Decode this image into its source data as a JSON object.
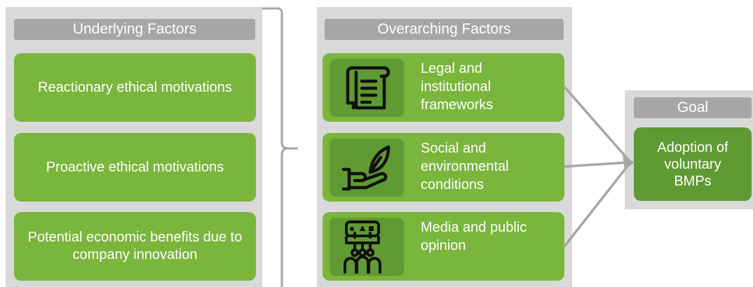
{
  "underlying": {
    "title": "Underlying Factors",
    "items": [
      "Reactionary ethical motivations",
      "Proactive ethical motivations",
      "Potential economic benefits due to company innovation"
    ]
  },
  "overarching": {
    "title": "Overarching Factors",
    "items": [
      {
        "label": "Legal and institutional frameworks",
        "icon": "legal-scroll-icon"
      },
      {
        "label": "Social and environmental conditions",
        "icon": "hand-leaf-icon"
      },
      {
        "label": "Media and public opinion",
        "icon": "media-audience-icon"
      }
    ]
  },
  "goal": {
    "title": "Goal",
    "item": "Adoption of voluntary BMPs"
  },
  "colors": {
    "panel": "#d9d9d9",
    "header": "#a6a6a6",
    "box_green": "#7ab53c",
    "dark_green": "#5f9a33",
    "connector": "#a6a6a6"
  }
}
